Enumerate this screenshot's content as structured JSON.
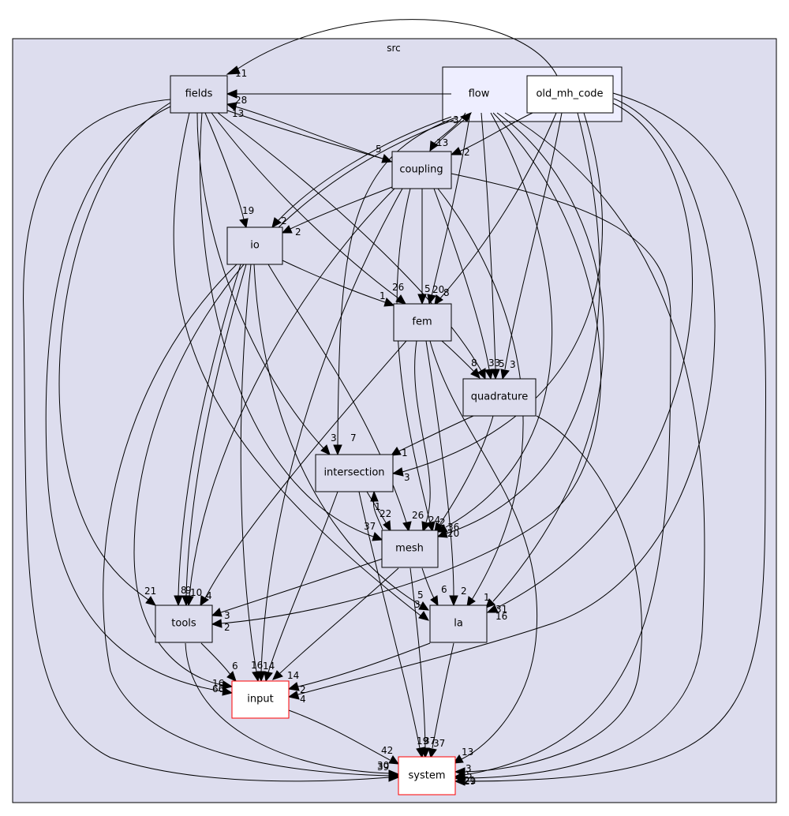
{
  "cluster_src": "src",
  "nodes": {
    "flow": "flow",
    "old_mh_code": "old_mh_code",
    "fields": "fields",
    "coupling": "coupling",
    "io": "io",
    "fem": "fem",
    "quadrature": "quadrature",
    "intersection": "intersection",
    "mesh": "mesh",
    "tools": "tools",
    "la": "la",
    "input": "input",
    "system": "system"
  },
  "edge_labels": {
    "old_mh_fields": "11",
    "flow_fields": "28",
    "coupling_fields": "13",
    "fields_coupling": "5",
    "flow_coupling_3": "3",
    "flow_coupling_13": "13",
    "old_coupling": "2",
    "fields_io": "19",
    "flow_io": "2",
    "coupling_io": "2",
    "fields_fem": "26",
    "io_fem": "1",
    "coupling_fem": "5",
    "flow_fem": "20",
    "old_fem": "8",
    "fem_quad": "8",
    "coupling_quad": "33",
    "flow_quad": "5",
    "old_quad": "3",
    "fields_inter": "3",
    "flow_inter": "7",
    "quad_inter": "1",
    "coupling_inter": "3",
    "inter_mesh": "22",
    "mesh_inter": "1",
    "io_mesh": "37",
    "fem_mesh": "26",
    "coupling_mesh": "24",
    "quad_mesh": "2",
    "flow_mesh": "36",
    "old_mesh": "20",
    "fields_tools": "21",
    "io_tools_8": "8",
    "io_tools_9": "9",
    "coupling_tools": "10",
    "fem_tools": "4",
    "mesh_tools": "3",
    "flow_tools": "2",
    "mesh_la": "5",
    "io_la": "3",
    "fem_la": "6",
    "coupling_la": "2",
    "flow_la": "1",
    "old_la_31": "31",
    "old_la_16": "16",
    "tools_input": "6",
    "io_input": "16",
    "inter_input": "14",
    "fields_input_16": "16",
    "fields_input_66": "66",
    "mesh_input": "14",
    "la_input": "2",
    "old_input": "4",
    "input_system": "42",
    "fields_system_30": "30",
    "fields_system_39": "39",
    "inter_system": "19",
    "mesh_system": "37",
    "la_system": "37",
    "fem_system": "13",
    "old_system_3": "3",
    "old_system_21": "21",
    "old_system_29": "29",
    "quad_system": "5"
  }
}
